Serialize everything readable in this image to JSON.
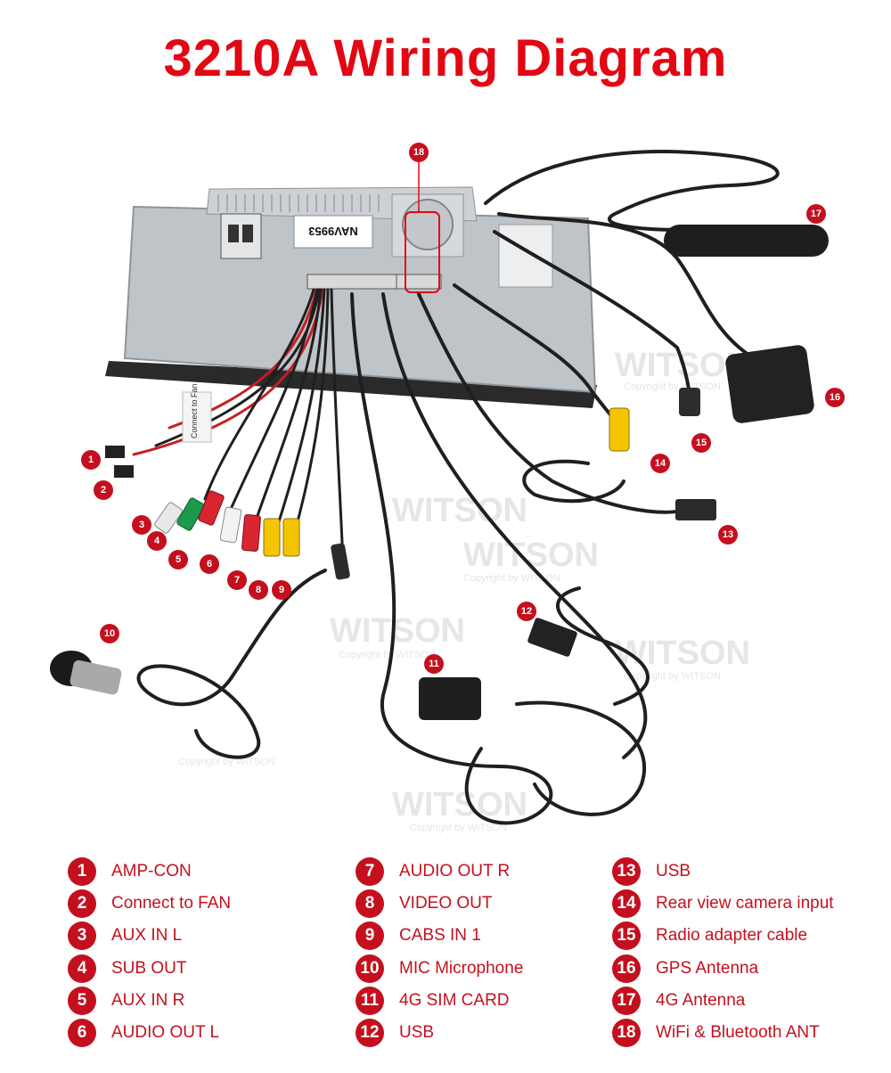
{
  "title": "3210A Wiring Diagram",
  "colors": {
    "title": "#e30613",
    "badge": "#c4101e",
    "legend_text": "#c4101e",
    "cable": "#1f1f1f",
    "chassis": "#b9bec3"
  },
  "unit_label": "NAV9953",
  "fan_tag": "Connect to Fan",
  "watermark": {
    "brand": "WITSON",
    "copyright": "Copyright by WITSON"
  },
  "badges": [
    "1",
    "2",
    "3",
    "4",
    "5",
    "6",
    "7",
    "8",
    "9",
    "10",
    "11",
    "12",
    "13",
    "14",
    "15",
    "16",
    "17",
    "18"
  ],
  "legend": [
    [
      {
        "num": "1",
        "label": "AMP-CON"
      },
      {
        "num": "2",
        "label": "Connect to FAN"
      },
      {
        "num": "3",
        "label": "AUX IN L"
      },
      {
        "num": "4",
        "label": "SUB OUT"
      },
      {
        "num": "5",
        "label": "AUX IN R"
      },
      {
        "num": "6",
        "label": "AUDIO OUT L"
      }
    ],
    [
      {
        "num": "7",
        "label": "AUDIO OUT R"
      },
      {
        "num": "8",
        "label": "VIDEO OUT"
      },
      {
        "num": "9",
        "label": "CABS IN 1"
      },
      {
        "num": "10",
        "label": "MIC Microphone"
      },
      {
        "num": "11",
        "label": "4G SIM CARD"
      },
      {
        "num": "12",
        "label": "USB"
      }
    ],
    [
      {
        "num": "13",
        "label": "USB"
      },
      {
        "num": "14",
        "label": "Rear view camera input"
      },
      {
        "num": "15",
        "label": "Radio adapter cable"
      },
      {
        "num": "16",
        "label": "GPS Antenna"
      },
      {
        "num": "17",
        "label": "4G Antenna"
      },
      {
        "num": "18",
        "label": "WiFi & Bluetooth ANT"
      }
    ]
  ]
}
